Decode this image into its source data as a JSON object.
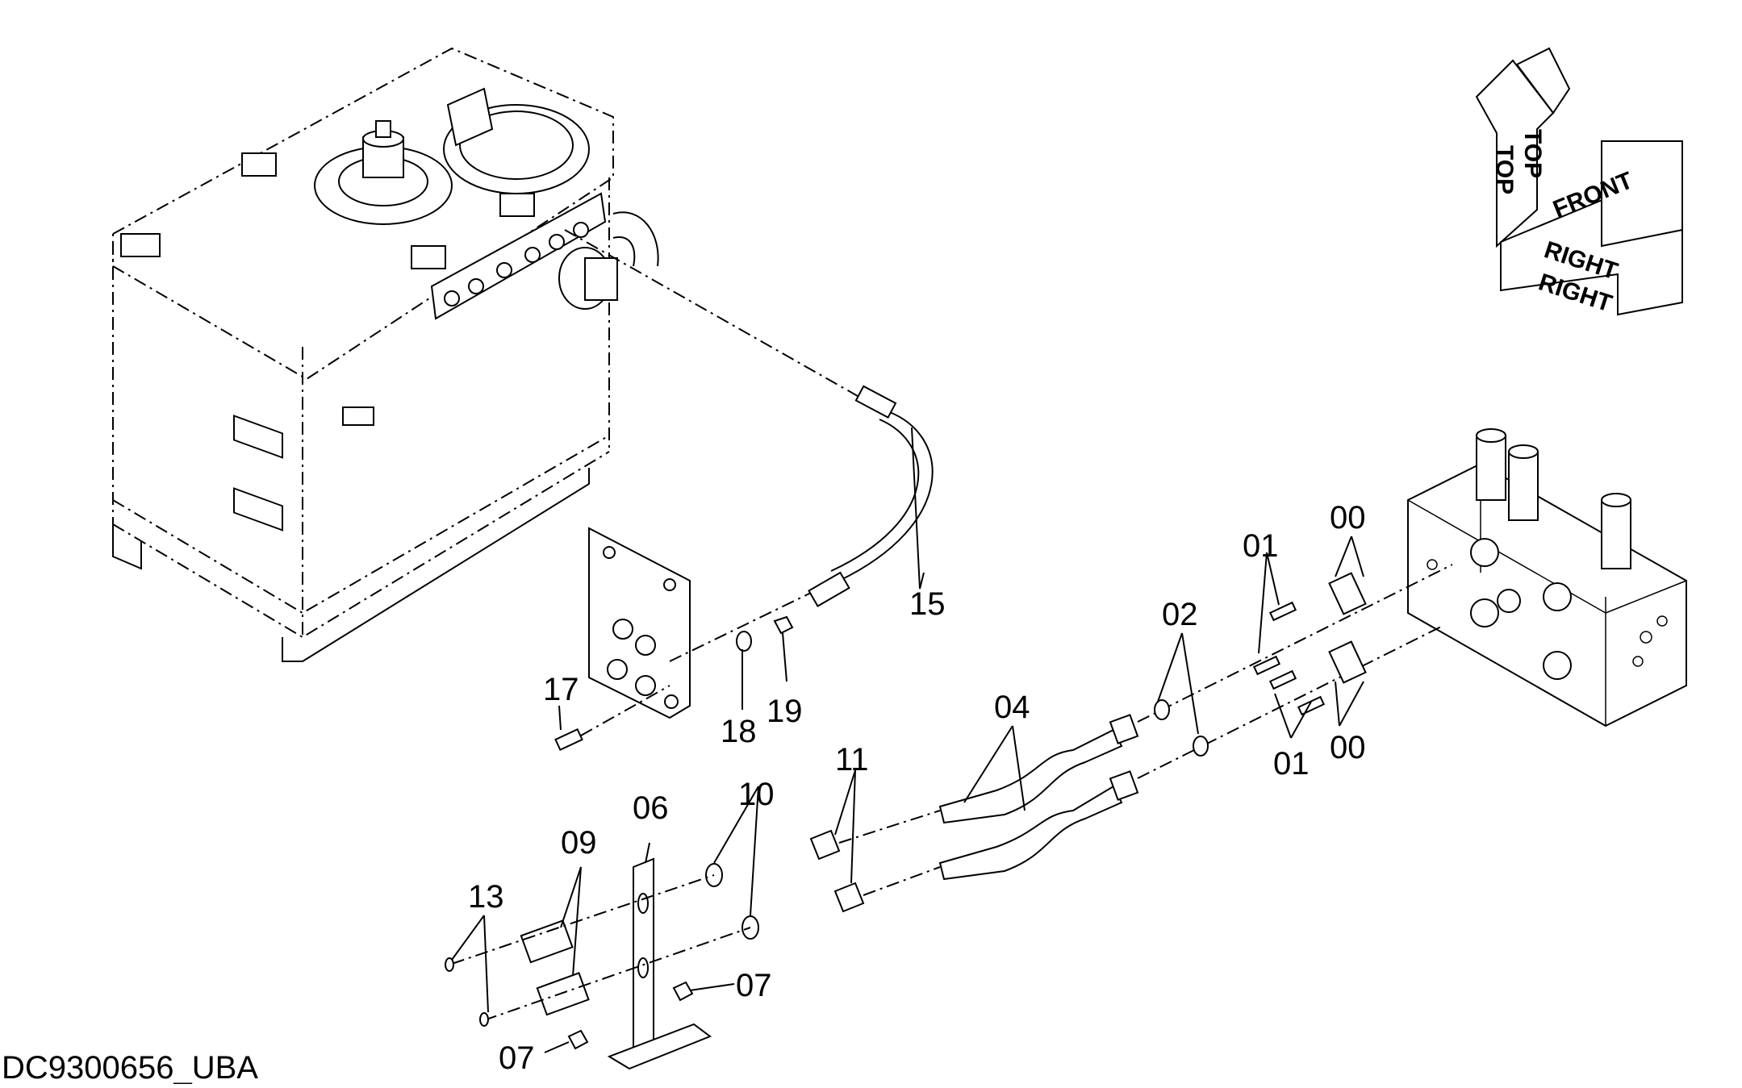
{
  "drawing": {
    "document_id": "DC9300656_UBA",
    "orientation_labels": {
      "top": "TOP",
      "front": "FRONT",
      "right": "RIGHT"
    },
    "callouts": {
      "c00a": "00",
      "c00b": "00",
      "c01a": "01",
      "c01b": "01",
      "c02": "02",
      "c04": "04",
      "c06": "06",
      "c07a": "07",
      "c07b": "07",
      "c09": "09",
      "c10": "10",
      "c11": "11",
      "c13": "13",
      "c15": "15",
      "c17": "17",
      "c18": "18",
      "c19": "19"
    }
  }
}
